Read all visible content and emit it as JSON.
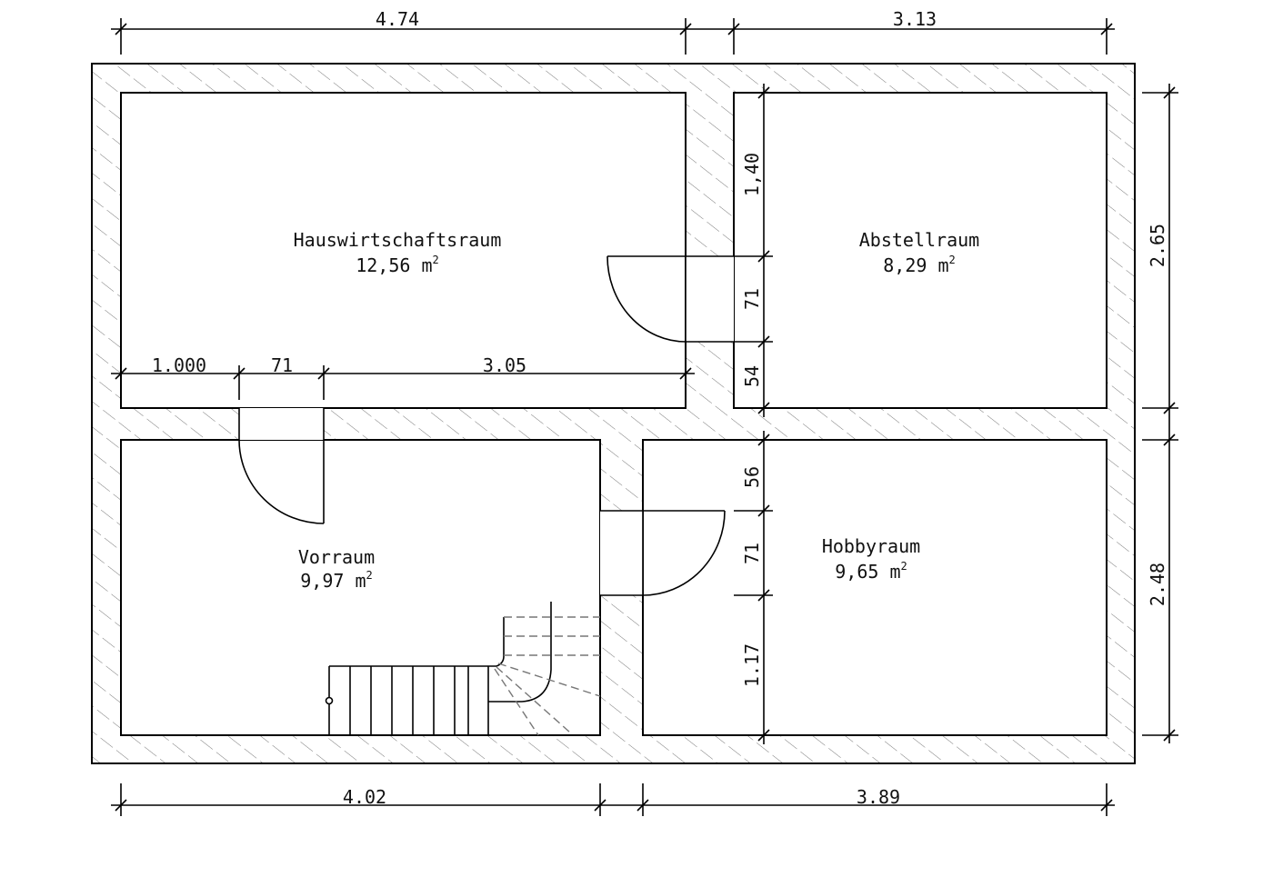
{
  "rooms": {
    "hauswirtschaft": {
      "name": "Hauswirtschaftsraum",
      "area": "12,56",
      "unit": "m",
      "exp": "2"
    },
    "abstell": {
      "name": "Abstellraum",
      "area": "8,29",
      "unit": "m",
      "exp": "2"
    },
    "vorraum": {
      "name": "Vorraum",
      "area": "9,97",
      "unit": "m",
      "exp": "2"
    },
    "hobby": {
      "name": "Hobbyraum",
      "area": "9,65",
      "unit": "m",
      "exp": "2"
    }
  },
  "dimensions": {
    "top_left": "4.74",
    "top_right": "3.13",
    "right_upper": "2.65",
    "right_lower": "2.48",
    "bottom_left": "4.02",
    "bottom_right": "3.89",
    "inner_1": "1.000",
    "inner_2": "71",
    "inner_3": "3.05",
    "v_a1": "1,40",
    "v_a2": "71",
    "v_a3": "54",
    "v_b1": "56",
    "v_b2": "71",
    "v_b3": "1.17"
  }
}
